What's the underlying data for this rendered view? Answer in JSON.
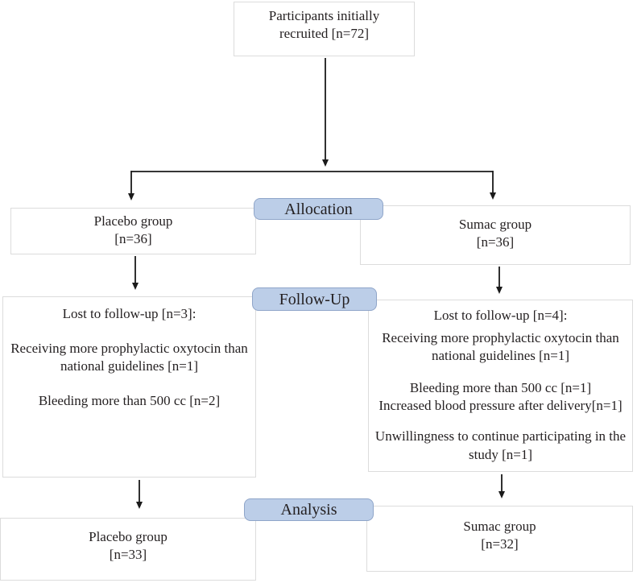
{
  "diagram_title": "Participant flow diagram (recruitment, allocation, follow-up, analysis)",
  "phases": {
    "allocation": "Allocation",
    "followup": "Follow-Up",
    "analysis": "Analysis"
  },
  "boxes": {
    "recruited": {
      "lines": [
        "Participants initially",
        "recruited [n=72]"
      ]
    },
    "placebo_allocated": {
      "lines": [
        "Placebo group",
        "[n=36]"
      ]
    },
    "sumac_allocated": {
      "lines": [
        "Sumac group",
        "[n=36]"
      ]
    },
    "placebo_followup": {
      "lines": [
        "Lost to follow-up [n=3]:",
        "Receiving more prophylactic oxytocin than national guidelines [n=1]",
        "Bleeding more than 500 cc [n=2]"
      ]
    },
    "sumac_followup": {
      "lines": [
        "Lost to follow-up [n=4]:",
        "Receiving more prophylactic oxytocin than national guidelines [n=1]",
        "Bleeding more than 500 cc [n=1]",
        "Increased blood pressure after delivery[n=1]",
        "Unwillingness to continue participating in the study [n=1]"
      ]
    },
    "placebo_analysis": {
      "lines": [
        "Placebo group",
        "[n=33]"
      ]
    },
    "sumac_analysis": {
      "lines": [
        "Sumac group",
        "[n=32]"
      ]
    }
  },
  "colors": {
    "phase_fill": "#bccee8",
    "phase_border": "#8fa5c9",
    "box_border": "#dcdcdc",
    "arrow": "#1a1a1a",
    "text": "#231f20",
    "background": "#ffffff"
  }
}
